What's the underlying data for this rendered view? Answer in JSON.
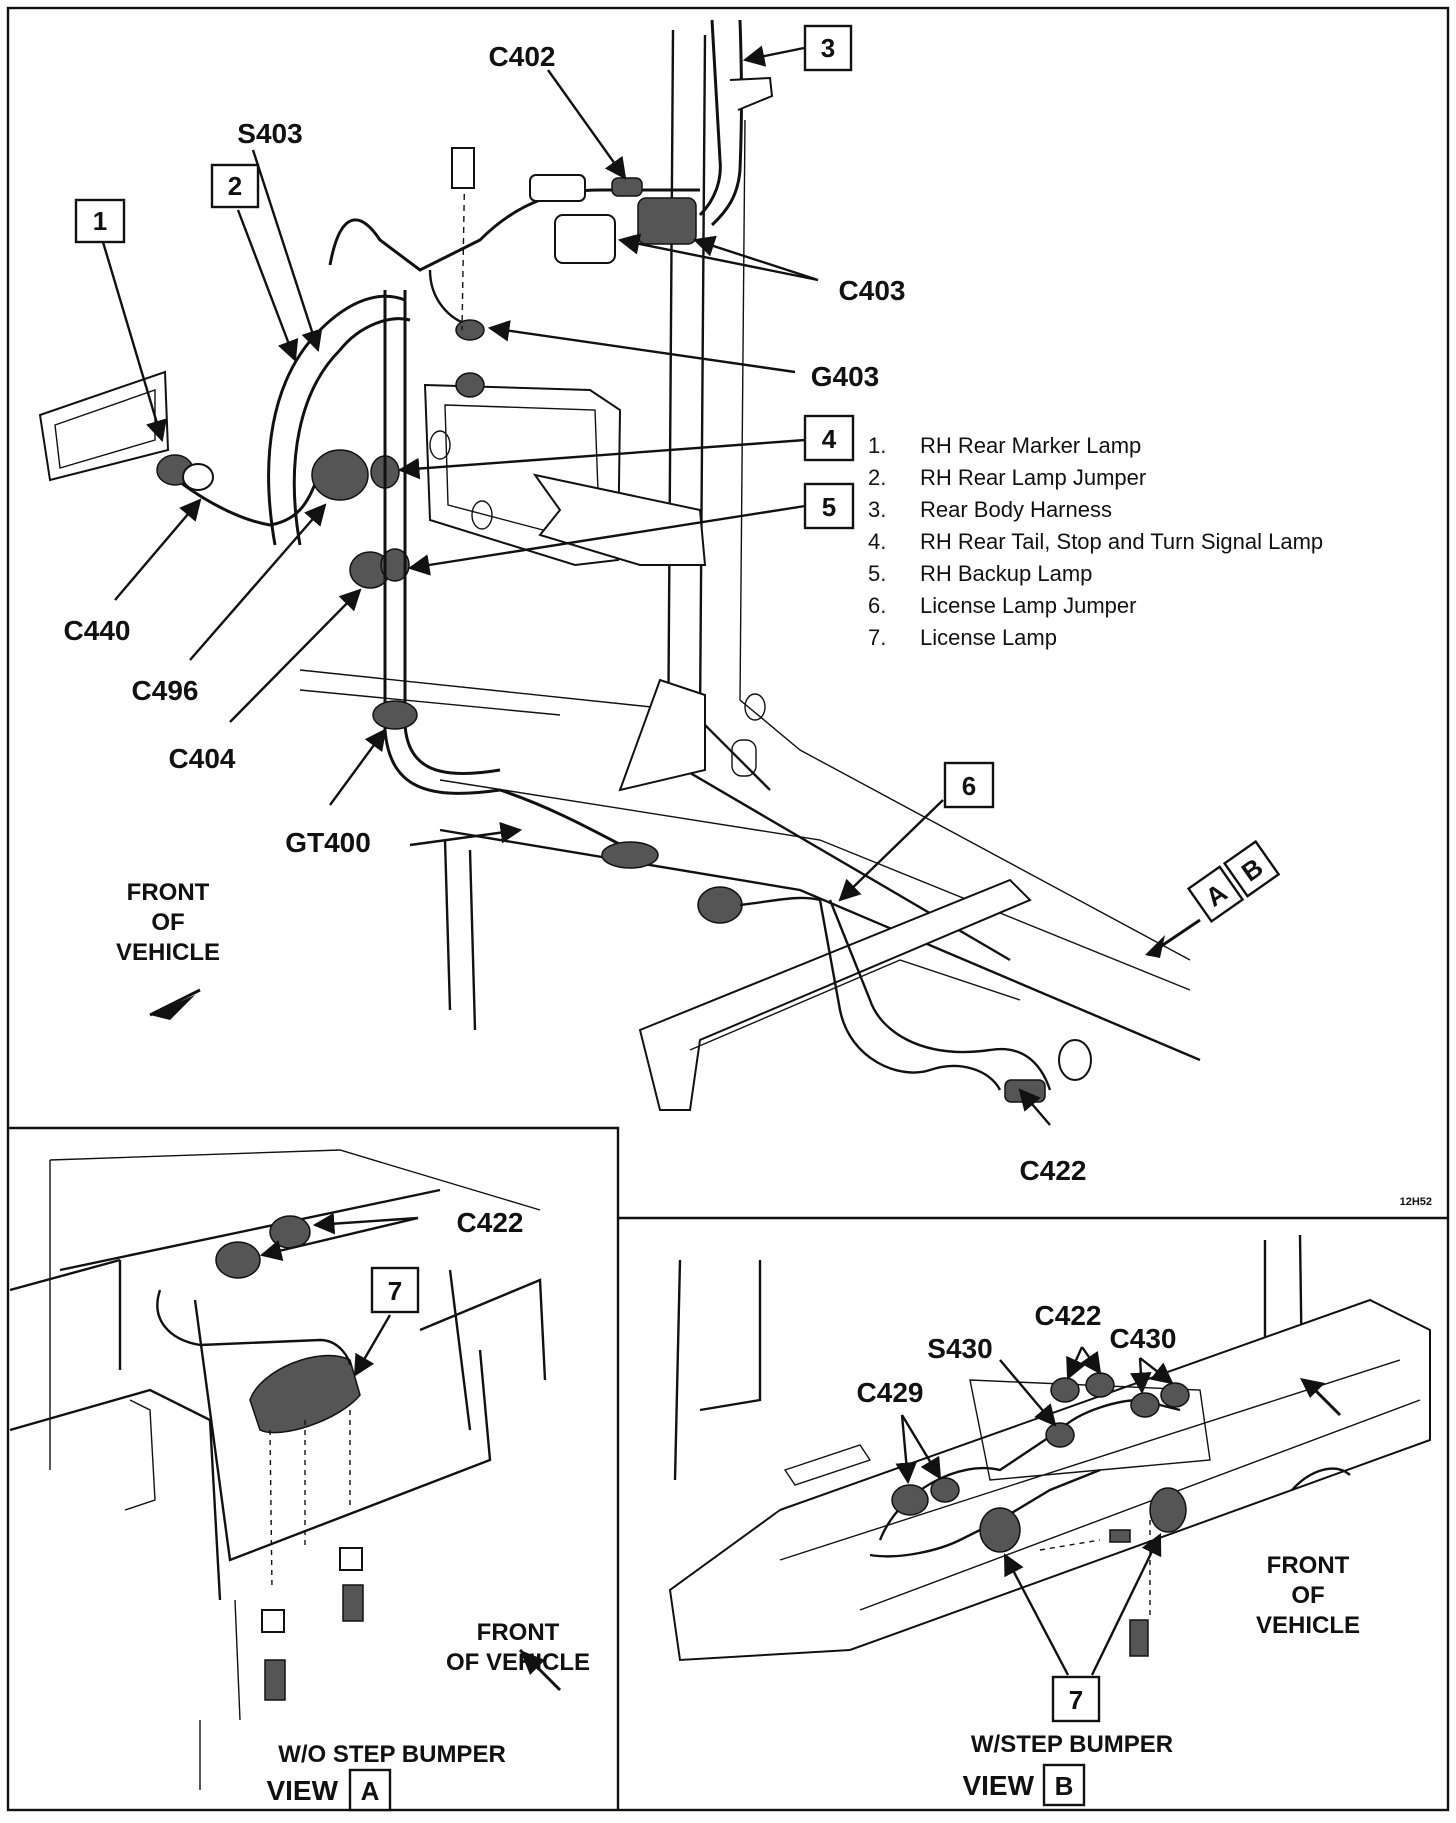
{
  "callout_numbers": {
    "n1": "1",
    "n2": "2",
    "n3": "3",
    "n4": "4",
    "n5": "5",
    "n6": "6",
    "n7": "7"
  },
  "connectors": {
    "c402": "C402",
    "s403": "S403",
    "c403": "C403",
    "g403": "G403",
    "c440": "C440",
    "c496": "C496",
    "c404": "C404",
    "gt400": "GT400",
    "c422": "C422",
    "s430": "S430",
    "c429": "C429",
    "c430": "C430"
  },
  "legend": [
    {
      "num": "1.",
      "text": "RH Rear Marker Lamp"
    },
    {
      "num": "2.",
      "text": "RH Rear Lamp Jumper"
    },
    {
      "num": "3.",
      "text": "Rear Body Harness"
    },
    {
      "num": "4.",
      "text": "RH Rear Tail, Stop and Turn Signal Lamp"
    },
    {
      "num": "5.",
      "text": "RH Backup Lamp"
    },
    {
      "num": "6.",
      "text": "License Lamp Jumper"
    },
    {
      "num": "7.",
      "text": "License Lamp"
    }
  ],
  "direction": {
    "front_line1": "FRONT",
    "front_line2": "OF",
    "front_line3": "VEHICLE",
    "front_of_vehicle": "OF VEHICLE"
  },
  "view_labels": {
    "view": "VIEW",
    "a": "A",
    "b": "B"
  },
  "captions": {
    "view_a": "W/O STEP BUMPER",
    "view_b": "W/STEP BUMPER"
  },
  "figure_code": "12H52",
  "colors": {
    "ink": "#111111",
    "paper": "#ffffff"
  }
}
